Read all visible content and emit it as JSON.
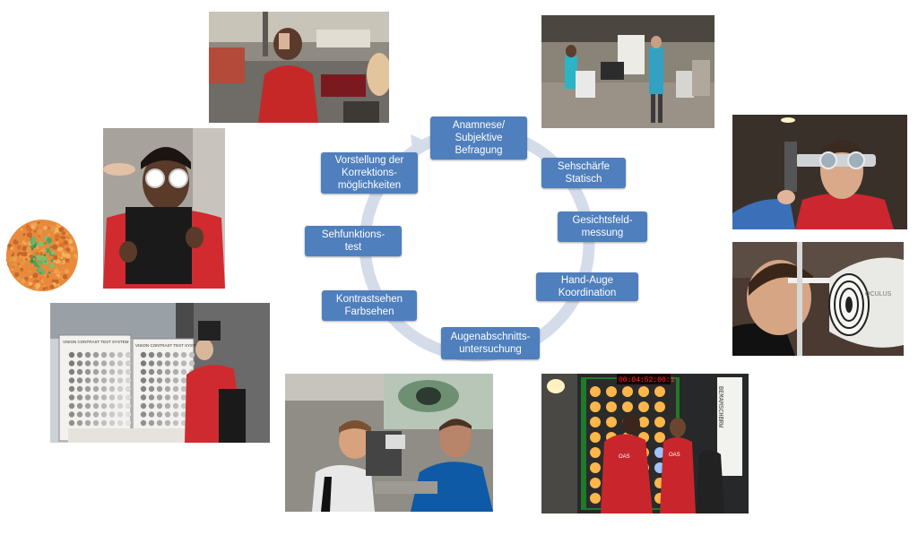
{
  "cycle": {
    "steps": [
      "Anamnese/\nSubjektive\nBefragung",
      "Sehschärfe\nStatisch",
      "Gesichtsfeld-\nmessung",
      "Hand-Auge\nKoordination",
      "Augenabschnitts-\nuntersuchung",
      "Kontrastsehen\nFarbsehen",
      "Sehfunktions-\ntest",
      "Vorstellung der\nKorrektions-\nmöglichkeiten"
    ],
    "ring_color": "#d4dcea",
    "node_color": "#4f7fbd"
  },
  "photos": {
    "contrast_chart_left_title": "VISION CONTRAST TEST SYSTEM",
    "contrast_chart_right_title": "VISION CONTRAST TEST SYSTEM",
    "reaction_wall_display": "00:04:52:00:1",
    "reaction_wall_side_letters": "BEMAMSCHBRW",
    "oculus_label": "OCULUS",
    "jersey_text_left": "OAS",
    "jersey_text_right": "OAS"
  }
}
